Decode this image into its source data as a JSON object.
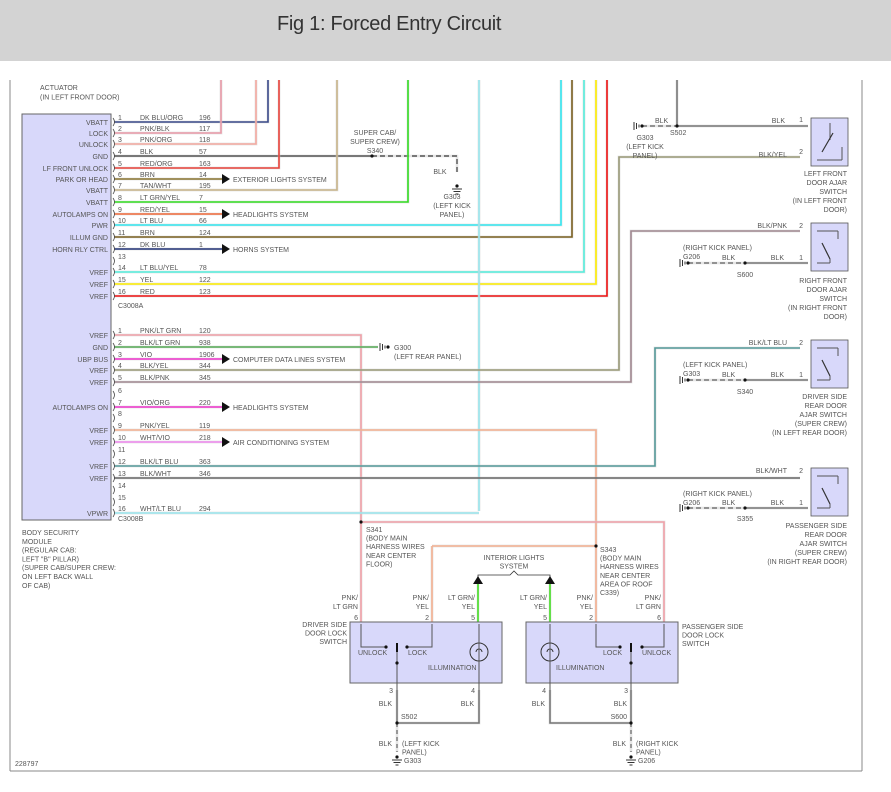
{
  "header": {
    "title": "Fig 1: Forced Entry Circuit"
  },
  "figure_id": "228797",
  "actuator_label": [
    "ACTUATOR",
    "(IN LEFT FRONT DOOR)"
  ],
  "module": {
    "label": [
      "BODY SECURITY",
      "MODULE",
      "(REGULAR CAB:",
      "LEFT \"B\" PILLAR)",
      "(SUPER CAB/SUPER CREW:",
      "ON LEFT BACK WALL",
      "OF CAB)"
    ],
    "connector_a": "C3008A",
    "connector_b": "C3008B",
    "pins_a": [
      {
        "pin": "1",
        "func": "VBATT",
        "wire": "DK BLU/ORG",
        "circuit": "196",
        "color": "#3a4a8a"
      },
      {
        "pin": "2",
        "func": "LOCK",
        "wire": "PNK/BLK",
        "circuit": "117",
        "color": "#e99aa8"
      },
      {
        "pin": "3",
        "func": "UNLOCK",
        "wire": "PNK/ORG",
        "circuit": "118",
        "color": "#f4a9a0"
      },
      {
        "pin": "4",
        "func": "GND",
        "wire": "BLK",
        "circuit": "57",
        "color": "#555555"
      },
      {
        "pin": "5",
        "func": "LF FRONT UNLOCK",
        "wire": "RED/ORG",
        "circuit": "163",
        "color": "#e8423a"
      },
      {
        "pin": "6",
        "func": "PARK OR HEAD",
        "wire": "BRN",
        "circuit": "14",
        "color": "#8a7430",
        "dest": "EXTERIOR LIGHTS SYSTEM"
      },
      {
        "pin": "7",
        "func": "VBATT",
        "wire": "TAN/WHT",
        "circuit": "195",
        "color": "#c8b48a"
      },
      {
        "pin": "8",
        "func": "VBATT",
        "wire": "LT GRN/YEL",
        "circuit": "7",
        "color": "#33dd22"
      },
      {
        "pin": "9",
        "func": "AUTOLAMPS ON",
        "wire": "RED/YEL",
        "circuit": "15",
        "color": "#f06a3a",
        "dest": "HEADLIGHTS SYSTEM"
      },
      {
        "pin": "10",
        "func": "PWR",
        "wire": "LT BLU",
        "circuit": "66",
        "color": "#33e6f0"
      },
      {
        "pin": "11",
        "func": "ILLUM GND",
        "wire": "BRN",
        "circuit": "124",
        "color": "#7a6020"
      },
      {
        "pin": "12",
        "func": "HORN RLY CTRL",
        "wire": "DK BLU",
        "circuit": "1",
        "color": "#223377",
        "dest": "HORNS SYSTEM"
      },
      {
        "pin": "13",
        "func": "",
        "wire": "",
        "circuit": "",
        "color": ""
      },
      {
        "pin": "14",
        "func": "VREF",
        "wire": "LT BLU/YEL",
        "circuit": "78",
        "color": "#55eedd"
      },
      {
        "pin": "15",
        "func": "VREF",
        "wire": "YEL",
        "circuit": "122",
        "color": "#ffee00"
      },
      {
        "pin": "16",
        "func": "VREF",
        "wire": "RED",
        "circuit": "123",
        "color": "#ee1111"
      }
    ],
    "pins_b": [
      {
        "pin": "1",
        "func": "VREF",
        "wire": "PNK/LT GRN",
        "circuit": "120",
        "color": "#f0a0a8"
      },
      {
        "pin": "2",
        "func": "GND",
        "wire": "BLK/LT GRN",
        "circuit": "938",
        "color": "#55aa55"
      },
      {
        "pin": "3",
        "func": "UBP BUS",
        "wire": "VIO",
        "circuit": "1906",
        "color": "#ee33cc",
        "dest": "COMPUTER DATA LINES SYSTEM"
      },
      {
        "pin": "4",
        "func": "VREF",
        "wire": "BLK/YEL",
        "circuit": "344",
        "color": "#999977"
      },
      {
        "pin": "5",
        "func": "VREF",
        "wire": "BLK/PNK",
        "circuit": "345",
        "color": "#a08890"
      },
      {
        "pin": "6",
        "func": "",
        "wire": "",
        "circuit": "",
        "color": ""
      },
      {
        "pin": "7",
        "func": "AUTOLAMPS ON",
        "wire": "VIO/ORG",
        "circuit": "220",
        "color": "#ee33cc",
        "dest": "HEADLIGHTS SYSTEM"
      },
      {
        "pin": "8",
        "func": "",
        "wire": "",
        "circuit": "",
        "color": ""
      },
      {
        "pin": "9",
        "func": "VREF",
        "wire": "PNK/YEL",
        "circuit": "119",
        "color": "#f4b090"
      },
      {
        "pin": "10",
        "func": "VREF",
        "wire": "WHT/VIO",
        "circuit": "218",
        "color": "#ee88ee",
        "dest": "AIR CONDITIONING SYSTEM"
      },
      {
        "pin": "11",
        "func": "",
        "wire": "",
        "circuit": "",
        "color": ""
      },
      {
        "pin": "12",
        "func": "VREF",
        "wire": "BLK/LT BLU",
        "circuit": "363",
        "color": "#559999"
      },
      {
        "pin": "13",
        "func": "VREF",
        "wire": "BLK/WHT",
        "circuit": "346",
        "color": "#666666"
      },
      {
        "pin": "14",
        "func": "",
        "wire": "",
        "circuit": "",
        "color": ""
      },
      {
        "pin": "15",
        "func": "",
        "wire": "",
        "circuit": "",
        "color": ""
      },
      {
        "pin": "16",
        "func": "VPWR",
        "wire": "WHT/LT BLU",
        "circuit": "294",
        "color": "#99e6ee"
      }
    ]
  },
  "splice_s340_top": {
    "label": [
      "SUPER CAB/",
      "SUPER CREW)",
      "S340"
    ],
    "wire": "BLK",
    "ground": [
      "G303",
      "(LEFT KICK",
      "PANEL)"
    ]
  },
  "g300": {
    "label": "G300",
    "location": "(LEFT REAR PANEL)"
  },
  "ajar_switches": [
    {
      "name": "LEFT FRONT DOOR AJAR SWITCH",
      "label": [
        "LEFT FRONT",
        "DOOR AJAR",
        "SWITCH",
        "(IN LEFT FRONT",
        "DOOR)"
      ],
      "pin1_wire": "BLK",
      "pin2_wire": "BLK/YEL",
      "splice": "S502",
      "ground": "G303",
      "ground_loc": [
        "(LEFT KICK",
        "PANEL)"
      ],
      "gnd_wire": "BLK"
    },
    {
      "name": "RIGHT FRONT DOOR AJAR SWITCH",
      "label": [
        "RIGHT FRONT",
        "DOOR AJAR",
        "SWITCH",
        "(IN RIGHT FRONT",
        "DOOR)"
      ],
      "pin1_wire": "BLK",
      "pin2_wire": "BLK/PNK",
      "splice": "S600",
      "ground": "G206",
      "ground_loc": [
        "(RIGHT KICK PANEL)"
      ],
      "gnd_wire": "BLK"
    },
    {
      "name": "DRIVER SIDE REAR DOOR AJAR SWITCH",
      "label": [
        "DRIVER SIDE",
        "REAR DOOR",
        "AJAR SWITCH",
        "(SUPER CREW)",
        "(IN LEFT REAR DOOR)"
      ],
      "pin1_wire": "BLK",
      "pin2_wire": "BLK/LT BLU",
      "splice": "S340",
      "ground": "G303",
      "ground_loc": [
        "(LEFT KICK PANEL)"
      ],
      "gnd_wire": "BLK"
    },
    {
      "name": "PASSENGER SIDE REAR DOOR AJAR SWITCH",
      "label": [
        "PASSENGER SIDE",
        "REAR DOOR",
        "AJAR SWITCH",
        "(SUPER CREW)",
        "(IN RIGHT REAR DOOR)"
      ],
      "pin1_wire": "BLK",
      "pin2_wire": "BLK/WHT",
      "splice": "S355",
      "ground": "G206",
      "ground_loc": [
        "(RIGHT KICK PANEL)"
      ],
      "gnd_wire": "BLK"
    }
  ],
  "s341": {
    "label": [
      "S341",
      "(BODY MAIN",
      "HARNESS WIRES",
      "NEAR CENTER",
      "FLOOR)"
    ]
  },
  "s343": {
    "label": [
      "S343",
      "(BODY MAIN",
      "HARNESS WIRES",
      "NEAR CENTER",
      "AREA OF ROOF",
      "C339)"
    ]
  },
  "interior_lights": [
    "INTERIOR LIGHTS",
    "SYSTEM"
  ],
  "door_lock_switches": {
    "driver": {
      "label": [
        "DRIVER SIDE",
        "DOOR LOCK",
        "SWITCH"
      ],
      "unlock": "UNLOCK",
      "lock": "LOCK",
      "illum": "ILLUMINATION",
      "wires": [
        {
          "pin": "6",
          "wire": [
            "PNK/",
            "LT GRN"
          ]
        },
        {
          "pin": "2",
          "wire": [
            "PNK/",
            "YEL"
          ]
        },
        {
          "pin": "5",
          "wire": [
            "LT GRN/",
            "YEL"
          ]
        }
      ],
      "bottom": [
        {
          "pin": "3",
          "wire": "BLK"
        },
        {
          "pin": "4",
          "wire": "BLK"
        }
      ],
      "splice": "S502",
      "gnd_wire": "BLK",
      "ground": "G303",
      "ground_loc": [
        "(LEFT KICK",
        "PANEL)"
      ]
    },
    "passenger": {
      "label": [
        "PASSENGER SIDE",
        "DOOR LOCK",
        "SWITCH"
      ],
      "unlock": "UNLOCK",
      "lock": "LOCK",
      "illum": "ILLUMINATION",
      "wires": [
        {
          "pin": "5",
          "wire": [
            "LT GRN/",
            "YEL"
          ]
        },
        {
          "pin": "2",
          "wire": [
            "PNK/",
            "YEL"
          ]
        },
        {
          "pin": "6",
          "wire": [
            "PNK/",
            "LT GRN"
          ]
        }
      ],
      "bottom": [
        {
          "pin": "4",
          "wire": "BLK"
        },
        {
          "pin": "3",
          "wire": "BLK"
        }
      ],
      "splice": "S600",
      "gnd_wire": "BLK",
      "ground": "G206",
      "ground_loc": [
        "(RIGHT KICK",
        "PANEL)"
      ]
    }
  }
}
